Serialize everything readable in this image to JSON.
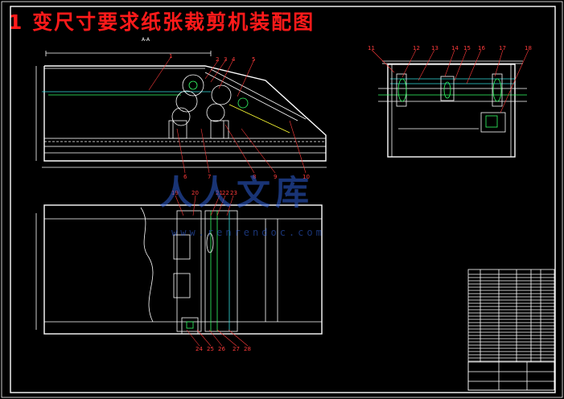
{
  "title": "1  变尺寸要求纸张裁剪机装配图",
  "section_label": "A-A",
  "watermark": {
    "chinese": "人人文库",
    "url": "www.renrendoc.com"
  },
  "callouts_front": [
    "1",
    "2",
    "3",
    "4",
    "5",
    "6",
    "7",
    "8",
    "9",
    "10"
  ],
  "callouts_side": [
    "11",
    "12",
    "13",
    "14",
    "15",
    "16",
    "17",
    "18"
  ],
  "callouts_plan": [
    "19",
    "20",
    "21",
    "22",
    "23",
    "24",
    "25",
    "26",
    "27",
    "28"
  ],
  "colors": {
    "title": "#ff1a1a",
    "callout": "#ff3b3b",
    "lines": "#ffffff",
    "accent_green": "#33ff66",
    "accent_cyan": "#33dddd",
    "watermark": "#2f5fd6"
  }
}
